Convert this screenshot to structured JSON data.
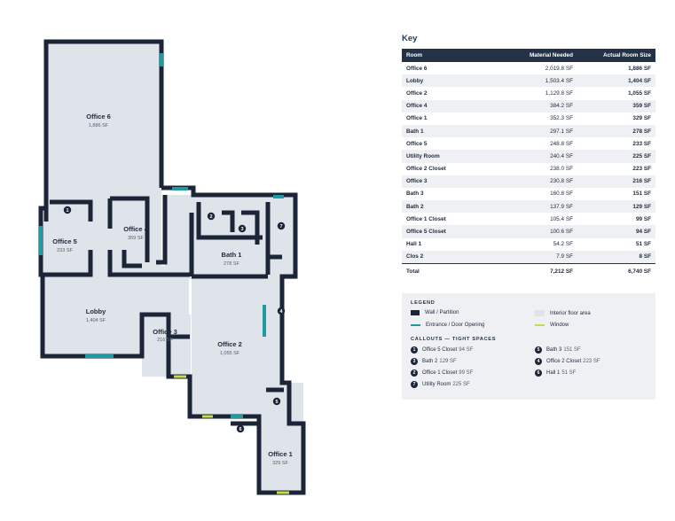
{
  "plan": {
    "colors": {
      "floor": "#dfe3ea",
      "wall": "#1b2537",
      "door": "#1f9aa3",
      "window": "#c9d94a"
    },
    "rooms": [
      {
        "name": "Office 6",
        "area": "1,886 SF"
      },
      {
        "name": "Office 5",
        "area": "233 SF"
      },
      {
        "name": "Office 4",
        "area": "359 SF"
      },
      {
        "name": "Bath 1",
        "area": "278 SF"
      },
      {
        "name": "Lobby",
        "area": "1,404 SF"
      },
      {
        "name": "Office 3",
        "area": "216 SF"
      },
      {
        "name": "Office 2",
        "area": "1,055 SF"
      },
      {
        "name": "Office 1",
        "area": "329 SF"
      }
    ],
    "callouts": [
      "1",
      "2",
      "3",
      "4",
      "5",
      "6",
      "7"
    ]
  },
  "key": {
    "title": "Key",
    "columns": [
      "Room",
      "Material Needed",
      "Actual Room Size"
    ],
    "rows": [
      [
        "Office 6",
        "2,019.8 SF",
        "1,886 SF"
      ],
      [
        "Lobby",
        "1,503.4 SF",
        "1,404 SF"
      ],
      [
        "Office 2",
        "1,129.8 SF",
        "1,055 SF"
      ],
      [
        "Office 4",
        "384.2 SF",
        "359 SF"
      ],
      [
        "Office 1",
        "352.3 SF",
        "329 SF"
      ],
      [
        "Bath 1",
        "297.1 SF",
        "278 SF"
      ],
      [
        "Office 5",
        "248.8 SF",
        "233 SF"
      ],
      [
        "Utility Room",
        "240.4 SF",
        "225 SF"
      ],
      [
        "Office 2 Closet",
        "238.0 SF",
        "223 SF"
      ],
      [
        "Office 3",
        "230.8 SF",
        "216 SF"
      ],
      [
        "Bath 3",
        "160.8 SF",
        "151 SF"
      ],
      [
        "Bath 2",
        "137.9 SF",
        "129 SF"
      ],
      [
        "Office 1 Closet",
        "105.4 SF",
        "99 SF"
      ],
      [
        "Office 5 Closet",
        "100.6 SF",
        "94 SF"
      ],
      [
        "Hall 1",
        "54.2 SF",
        "51 SF"
      ],
      [
        "Clos 2",
        "7.9 SF",
        "8 SF"
      ]
    ],
    "total": [
      "Total",
      "7,212 SF",
      "6,740 SF"
    ]
  },
  "legend": {
    "heading": "LEGEND",
    "items": [
      {
        "swatch": "wall",
        "label": "Wall / Partition"
      },
      {
        "swatch": "floor",
        "label": "Interior floor area"
      },
      {
        "swatch": "door",
        "label": "Entrance / Door Opening"
      },
      {
        "swatch": "window",
        "label": "Window"
      }
    ],
    "callouts_heading": "CALLOUTS — TIGHT SPACES",
    "callouts": [
      {
        "num": "1",
        "name": "Office 5 Closet",
        "area": "94 SF"
      },
      {
        "num": "5",
        "name": "Bath 3",
        "area": "151 SF"
      },
      {
        "num": "3",
        "name": "Bath 2",
        "area": "129 SF"
      },
      {
        "num": "4",
        "name": "Office 2 Closet",
        "area": "223 SF"
      },
      {
        "num": "2",
        "name": "Office 1 Closet",
        "area": "99 SF"
      },
      {
        "num": "6",
        "name": "Hall 1",
        "area": "51 SF"
      },
      {
        "num": "7",
        "name": "Utility Room",
        "area": "225 SF"
      }
    ]
  }
}
